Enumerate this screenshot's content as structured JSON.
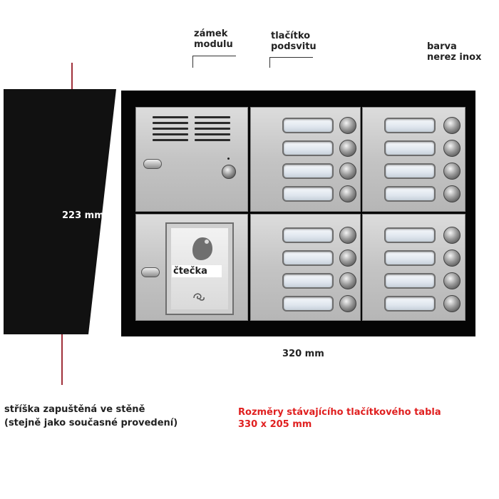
{
  "labels": {
    "lock_module": [
      "zámek",
      "modulu"
    ],
    "backlight_button": [
      "tlačítko",
      "podsvitu"
    ],
    "color": [
      "barva",
      "nerez inox"
    ],
    "height": "223 mm",
    "width": "320 mm",
    "reader": "čtečka",
    "hood_note": [
      "stříška zapuštěná ve stěně",
      "(stejně jako současné provedení)"
    ],
    "current_panel": [
      "Rozměry stávajícího tlačítkového tabla",
      "330 x 205 mm"
    ]
  },
  "colors": {
    "frame": "#050505",
    "hood": "#111111",
    "accent_line": "#a0303a",
    "note_red": "#e02020",
    "steel": "#c4c4c4"
  },
  "modules": {
    "button_rows_per_module": 4,
    "button_modules": 4
  },
  "icons": [
    "speaker-grille-icon",
    "screw-icon",
    "camera-lens-icon",
    "rfid-tag-icon",
    "fingerprint-icon"
  ]
}
